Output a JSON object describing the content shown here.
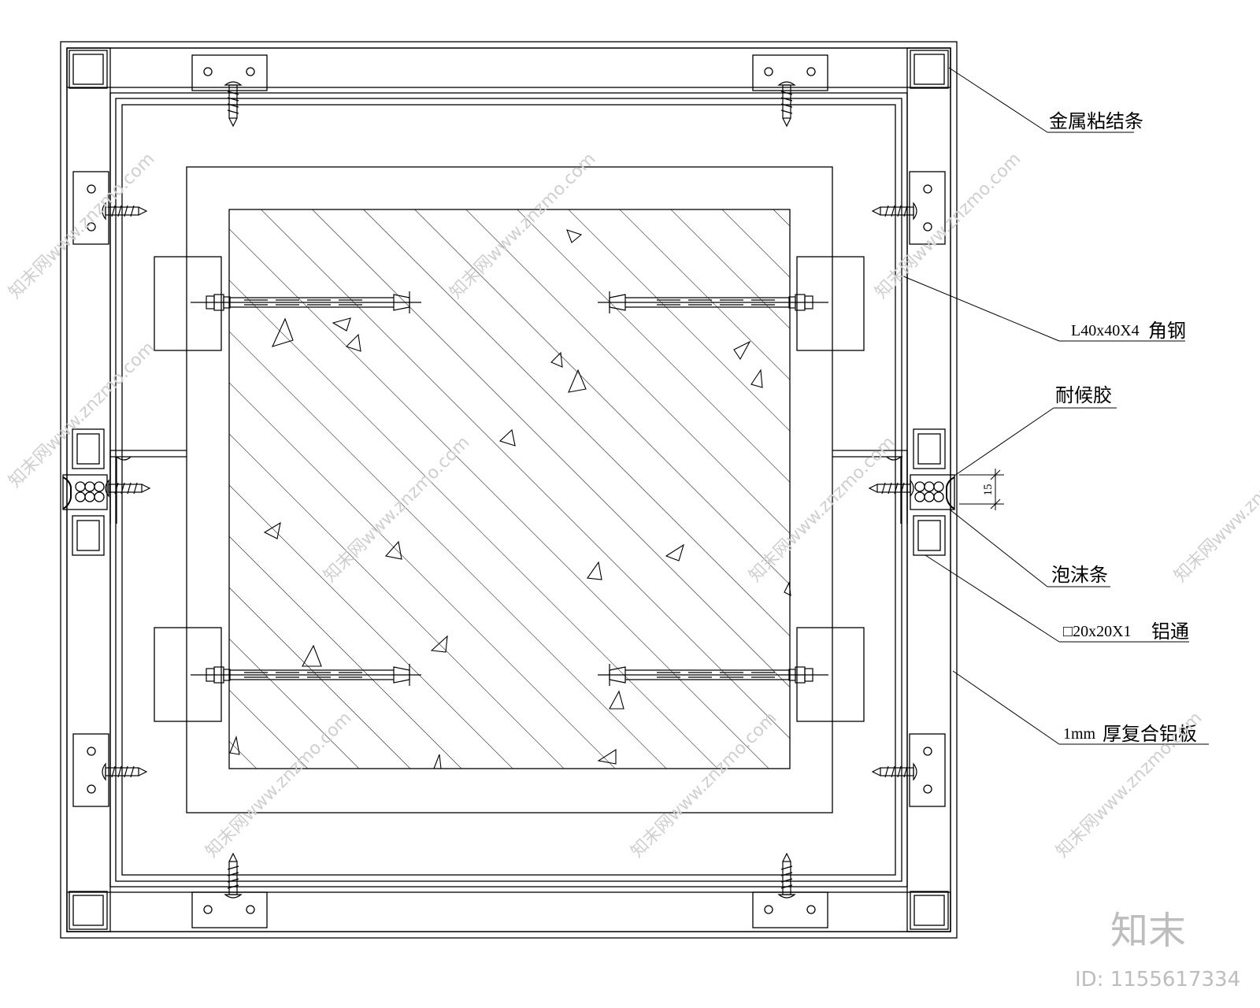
{
  "labels": {
    "metal_strip": "金属粘结条",
    "angle_steel_size": "L40x40X4",
    "angle_steel": "角钢",
    "sealant": "耐候胶",
    "foam_strip": "泡沫条",
    "alu_tube_size": "□20x20X1",
    "alu_tube": "铝通",
    "panel_thickness": "1mm",
    "alu_panel": "厚复合铝板"
  },
  "dimension": {
    "joint_width": "15"
  },
  "watermark": {
    "brand_cn": "知末",
    "id": "ID: 1155617334",
    "repeat_text": "知末网www.znzmo.com"
  },
  "colors": {
    "line": "#000000",
    "watermark": "#cfcfcf"
  }
}
